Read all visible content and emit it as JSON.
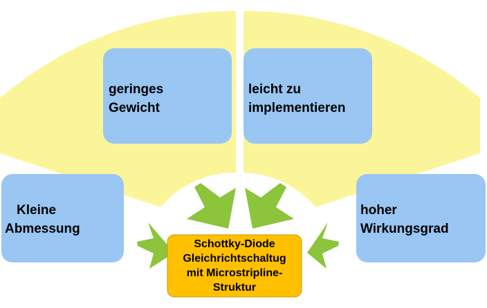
{
  "colors": {
    "fan": "#fbf59a",
    "box": "#99c6f2",
    "center": "#ffc000",
    "center_border": "#c99a00",
    "arrow": "#8cc43c"
  },
  "boxes": {
    "top_left": {
      "line1": "geringes",
      "line2": "Gewicht"
    },
    "top_right": {
      "line1": "leicht zu",
      "line2": "implementieren"
    },
    "left": {
      "line1": "Kleine",
      "line2": "Abmessung"
    },
    "right": {
      "line1": "hoher",
      "line2": "Wirkungsgrad"
    }
  },
  "center": {
    "line1": "Schottky-Diode",
    "line2": "Gleichrichtschaltug",
    "line3": "mit Microstripline-",
    "line4": "Struktur"
  }
}
